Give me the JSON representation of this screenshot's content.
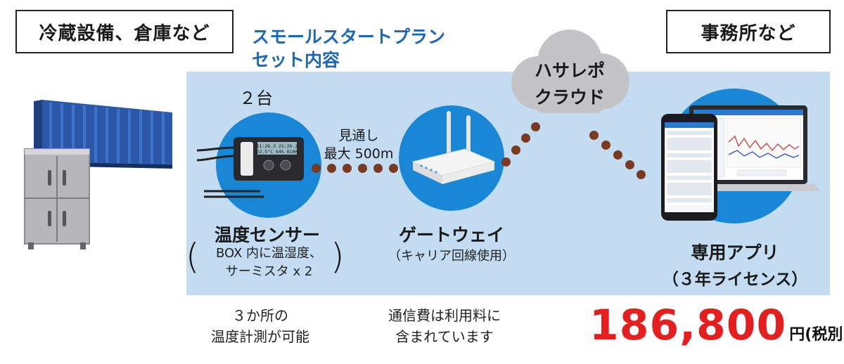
{
  "labels": {
    "storage": "冷蔵設備、倉庫など",
    "office": "事務所など",
    "plan_line1": "スモールスタートプラン",
    "plan_line2": "セット内容",
    "cloud_line1": "ハサレポ",
    "cloud_line2": "クラウド",
    "sensor_qty": "２台",
    "range_line1": "見通し",
    "range_line2": "最大 500m",
    "sensor_name": "温度センサー",
    "sensor_sub1": "BOX 内に温湿度、",
    "sensor_sub2": "サーミスタ x 2",
    "gateway_name": "ゲートウェイ",
    "gateway_sub": "（キャリア回線使用）",
    "app_name": "専用アプリ",
    "app_sub": "（３年ライセンス）",
    "note1_line1": "３か所の",
    "note1_line2": "温度計測が可能",
    "note2_line1": "通信費は利用料に",
    "note2_line2": "含まれています",
    "price": "186,800",
    "price_unit": "円(税別)",
    "device_display_1": "11:26.3 21:26.2",
    "device_display_2": "22.5°C 64% 810H"
  },
  "colors": {
    "panel": "#c3dcf1",
    "plan_title": "#1f67b1",
    "circle": "#1a87d6",
    "price": "#e51f1f",
    "dot": "#7a3a22"
  }
}
